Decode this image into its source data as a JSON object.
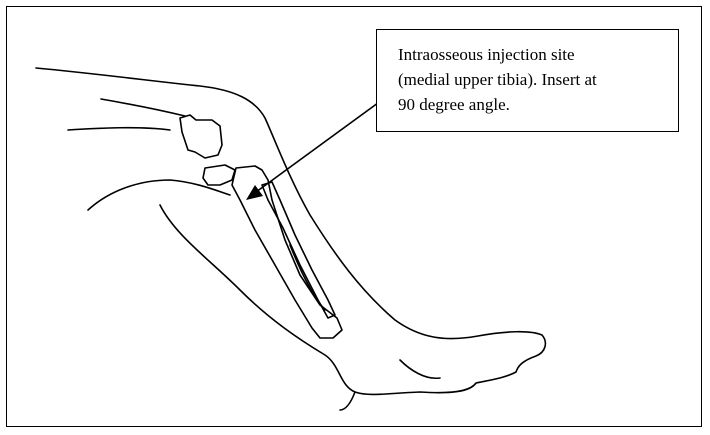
{
  "callout": {
    "lines": [
      "Intraosseous injection site",
      "(medial upper tibia).  Insert at",
      "90 degree angle."
    ]
  },
  "colors": {
    "line": "#000000",
    "background": "#ffffff"
  }
}
